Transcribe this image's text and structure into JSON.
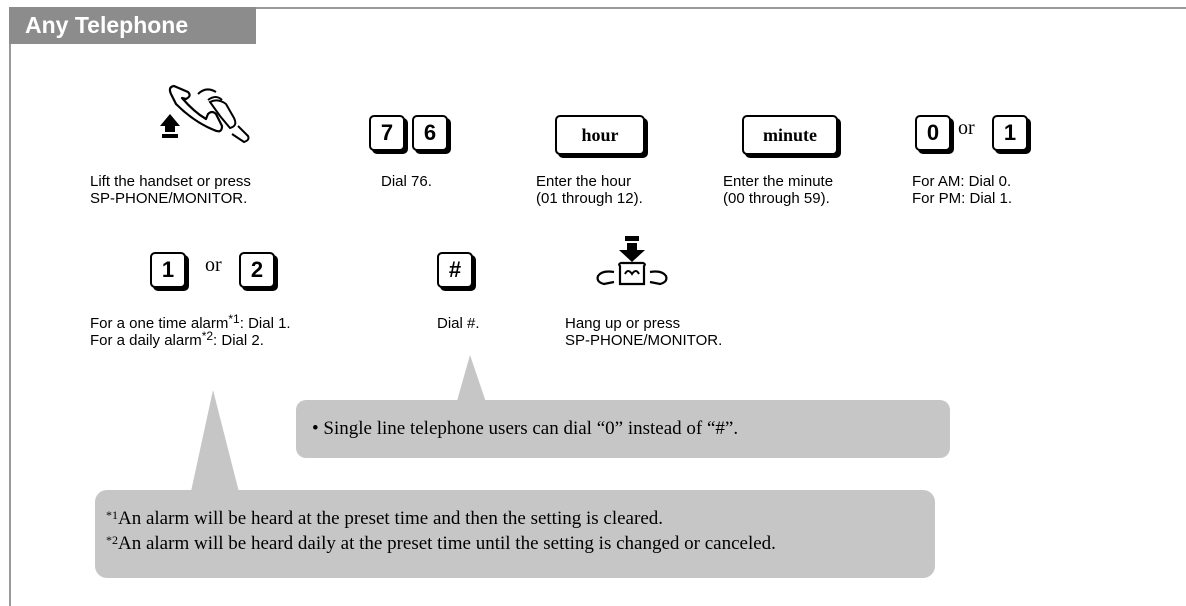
{
  "header": {
    "tab_label": "Any Telephone"
  },
  "steps_row1": [
    {
      "icon": "lift-handset-icon",
      "caption_lines": [
        "Lift the handset or press",
        "SP-PHONE/MONITOR."
      ]
    },
    {
      "keys": [
        "7",
        "6"
      ],
      "caption_lines": [
        "Dial 76."
      ]
    },
    {
      "keys": [
        "hour"
      ],
      "caption_lines": [
        "Enter the hour",
        "(01 through 12)."
      ]
    },
    {
      "keys": [
        "minute"
      ],
      "caption_lines": [
        "Enter the minute",
        "(00 through 59)."
      ]
    },
    {
      "keys": [
        "0",
        "1"
      ],
      "connector": "or",
      "caption_lines": [
        "For AM: Dial 0.",
        "For PM: Dial 1."
      ]
    }
  ],
  "steps_row2": [
    {
      "keys": [
        "1",
        "2"
      ],
      "connector": "or",
      "caption_parts": [
        {
          "before": "For a one time alarm",
          "mark": "*1",
          "after": ": Dial 1."
        },
        {
          "before": "For a daily alarm",
          "mark": "*2",
          "after": ": Dial 2."
        }
      ]
    },
    {
      "keys": [
        "#"
      ],
      "caption_lines": [
        "Dial #."
      ]
    },
    {
      "icon": "hang-up-icon",
      "caption_lines": [
        "Hang up or press",
        "SP-PHONE/MONITOR."
      ]
    }
  ],
  "note_single_line": "•  Single line telephone users can dial “0” instead of “#”.",
  "footnotes": [
    {
      "mark": "*1",
      "text": "An alarm will be heard at the preset time and then the setting is cleared."
    },
    {
      "mark": "*2",
      "text": "An alarm will be heard daily at the preset time until the setting is changed or canceled."
    }
  ]
}
